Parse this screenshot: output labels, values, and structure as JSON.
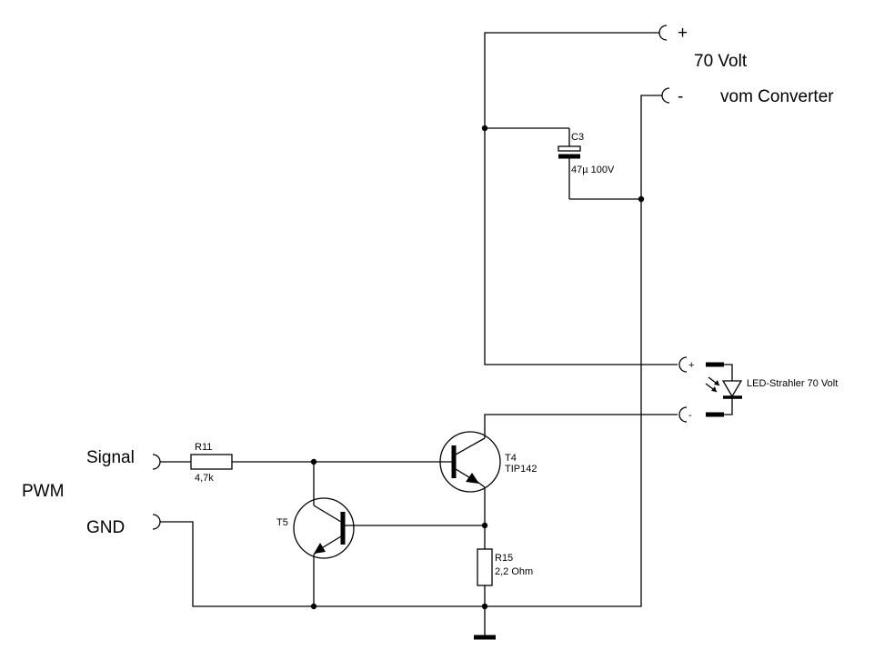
{
  "power": {
    "plus_sign": "+",
    "minus_sign": "-",
    "voltage_label": "70 Volt",
    "source_label": "vom Converter"
  },
  "capacitor": {
    "name": "C3",
    "value": "47µ 100V"
  },
  "led": {
    "plus_sign": "+",
    "minus_sign": "-",
    "label": "LED-Strahler 70 Volt"
  },
  "transistor_t4": {
    "name": "T4",
    "type": "TIP142"
  },
  "transistor_t5": {
    "name": "T5"
  },
  "resistor_r11": {
    "name": "R11",
    "value": "4,7k"
  },
  "resistor_r15": {
    "name": "R15",
    "value": "2,2 Ohm"
  },
  "inputs": {
    "signal_label": "Signal",
    "gnd_label": "GND",
    "group_label": "PWM"
  }
}
